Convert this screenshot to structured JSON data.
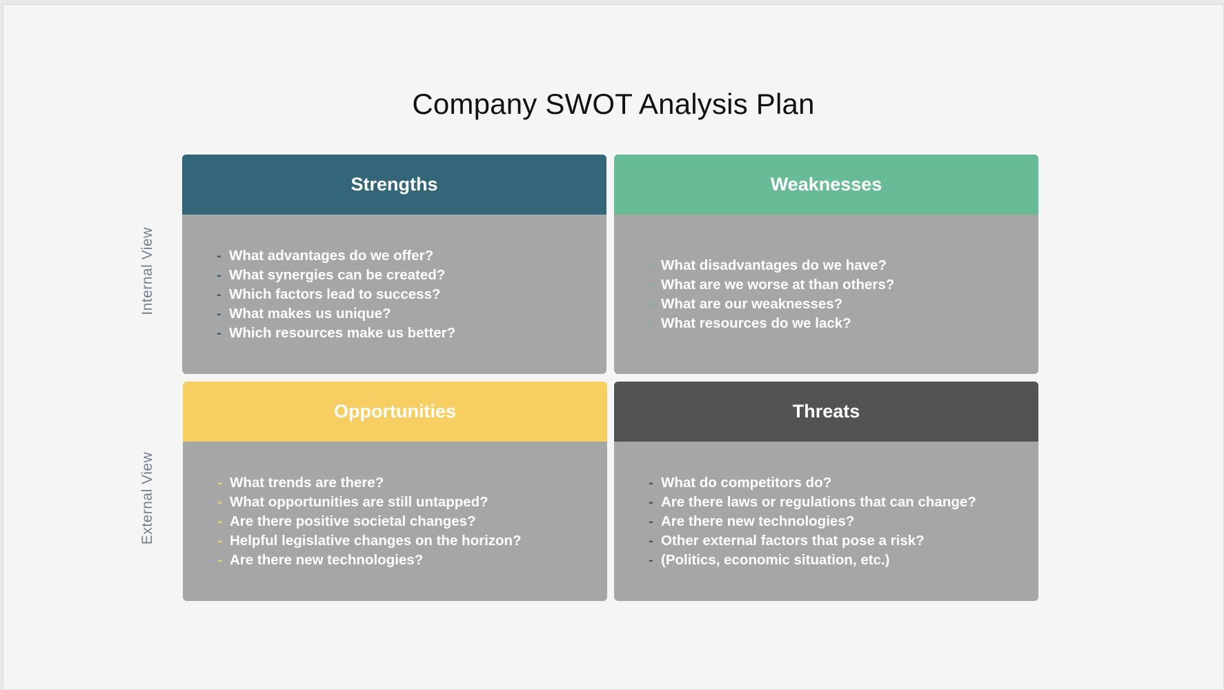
{
  "title": "Company SWOT Analysis Plan",
  "axis_labels": {
    "internal": "Internal View",
    "external": "External View"
  },
  "colors": {
    "strengths": "#336679",
    "weaknesses": "#67bb96",
    "opportunities": "#f6ce62",
    "threats": "#535353",
    "body": "#a7a6a6"
  },
  "bullet_marker": "-",
  "quadrants": {
    "strengths": {
      "label": "Strengths",
      "items": [
        "What advantages do we offer?",
        "What synergies can be created?",
        "Which factors lead to success?",
        "What makes us unique?",
        "Which resources make us better?"
      ]
    },
    "weaknesses": {
      "label": "Weaknesses",
      "items": [
        "What disadvantages do we have?",
        "What are we worse at than others?",
        "What are our weaknesses?",
        "What resources do we lack?"
      ]
    },
    "opportunities": {
      "label": "Opportunities",
      "items": [
        "What trends are there?",
        "What opportunities are still untapped?",
        "Are there positive societal changes?",
        "Helpful legislative changes on the horizon?",
        "Are there new technologies?"
      ]
    },
    "threats": {
      "label": "Threats",
      "items": [
        "What do competitors do?",
        "Are there laws or regulations that can change?",
        "Are there new technologies?",
        "Other external factors that pose a risk?",
        "(Politics, economic situation, etc.)"
      ]
    }
  }
}
